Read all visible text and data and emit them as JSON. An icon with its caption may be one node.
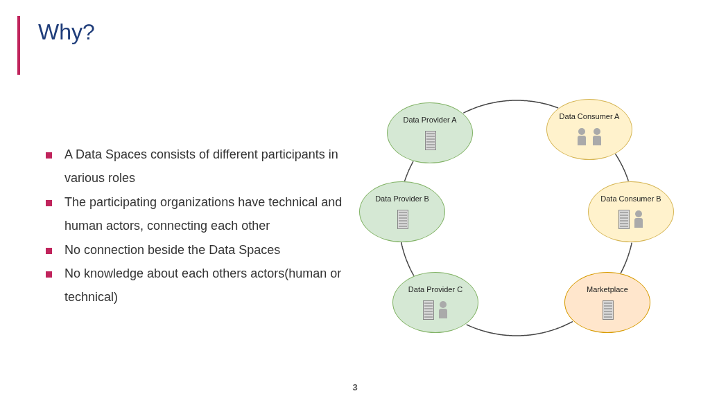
{
  "diagram": {
    "title": "Why?",
    "nodes": [
      {
        "text": [
          "Data Provider A"
        ]
      },
      {
        "text": [
          "Data Consumer A"
        ]
      },
      {
        "text": [
          "Data Provider B"
        ]
      },
      {
        "text": [
          "Data Consumer B"
        ]
      },
      {
        "text": [
          "Data Provider C"
        ]
      },
      {
        "text": [
          "Marketplace"
        ]
      }
    ],
    "edges": [
      {
        "from": 0,
        "to": 1,
        "arrow": "none"
      },
      {
        "from": 1,
        "to": 3,
        "arrow": "none"
      },
      {
        "from": 3,
        "to": 5,
        "arrow": "none"
      },
      {
        "from": 5,
        "to": 4,
        "arrow": "none"
      },
      {
        "from": 4,
        "to": 2,
        "arrow": "none"
      },
      {
        "from": 2,
        "to": 0,
        "arrow": "none"
      }
    ],
    "labels": [
      "A Data Spaces consists of different participants in various roles",
      "The participating organizations have technical and human actors, connecting each other",
      "No connection beside the Data Spaces",
      "No knowledge about each others actors(human or technical)",
      "3"
    ]
  }
}
